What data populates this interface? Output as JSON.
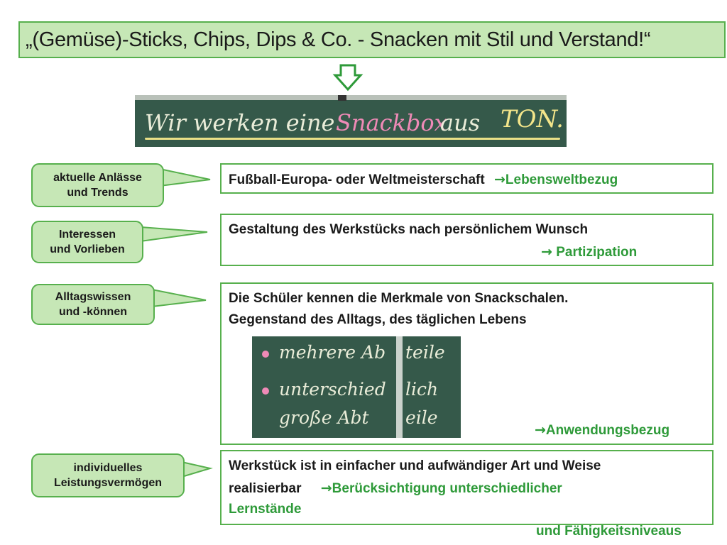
{
  "title": "„(Gemüse)-Sticks, Chips, Dips & Co. - Snacken mit Stil und Verstand!“",
  "board_top": {
    "word1": "Wir werken eine",
    "word2": "Snackbox",
    "word3": "aus",
    "word4": "TON."
  },
  "board_mid": {
    "r1a": "mehrere Ab",
    "r1b": "teile",
    "r2a": "unterschied",
    "r2b": "lich",
    "r3a": "große Abt",
    "r3b": "eile"
  },
  "arrow_glyph": "→",
  "labels": [
    {
      "line1": "aktuelle Anlässe",
      "line2": "und Trends"
    },
    {
      "line1": "Interessen",
      "line2": "und Vorlieben"
    },
    {
      "line1": "Alltagswissen",
      "line2": "und -können"
    },
    {
      "line1": "individuelles",
      "line2": "Leistungsvermögen"
    }
  ],
  "boxes": [
    {
      "text": "Fußball-Europa- oder Weltmeisterschaft",
      "link": "Lebensweltbezug"
    },
    {
      "text": "Gestaltung des Werkstücks nach persönlichem Wunsch",
      "link": "Partizipation"
    },
    {
      "line1": "Die Schüler kennen die Merkmale von Snackschalen.",
      "line2": "Gegenstand des Alltags, des täglichen Lebens",
      "link": "Anwendungsbezug"
    },
    {
      "line1": "Werkstück ist in einfacher und aufwändiger Art und Weise",
      "line2a": "realisierbar",
      "link_a": "Berücksichtigung unterschiedlicher",
      "line3": "Lernstände",
      "link_b": "und Fähigkeitsniveaus"
    }
  ],
  "colors": {
    "accent_green": "#57b04d",
    "fill_green": "#c6e7b6",
    "link_green": "#2e9a39",
    "board_green": "#35594a"
  }
}
